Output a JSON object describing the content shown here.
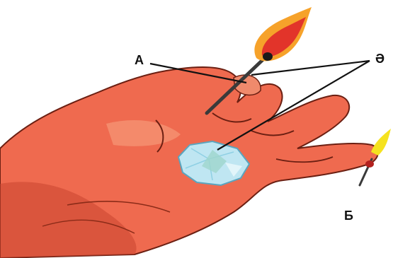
{
  "labels": {
    "a": "А",
    "schwa": "Ә",
    "b": "Б"
  },
  "colors": {
    "skin": "#ef6a4f",
    "skin_shadow": "#c9442f",
    "skin_highlight": "#f7a07e",
    "outline": "#6b1f12",
    "ice": "#bfe6f2",
    "flame_outer": "#f6a22a",
    "flame_inner": "#e2342a",
    "small_flame": "#f5e21f",
    "stick": "#3a3a3a",
    "leader_line": "#111111"
  },
  "icons": [
    "match-flame-icon",
    "ice-crystal-icon",
    "hand-illustration",
    "small-flame-icon"
  ]
}
